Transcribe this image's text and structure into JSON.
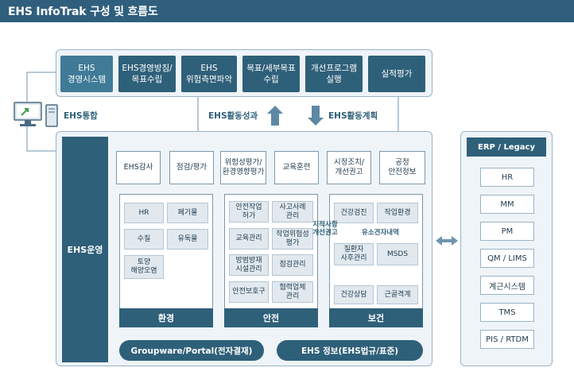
{
  "title": "EHS InfoTrak 구성 및 흐름도",
  "top_flow": [
    "EHS\n경영시스템",
    "EHS경영방침/\n목표수립",
    "EHS\n위험측면파악",
    "목표/세부목표\n수립",
    "개선프로그램\n실행",
    "실적평가"
  ],
  "integration_label": "EHS통합",
  "activity_result_label": "EHS활동성과",
  "activity_plan_label": "EHS활동계획",
  "operation_label": "EHS운영",
  "process_tiles": [
    "EHS감사",
    "점검/평가",
    "위험성평가/\n환경영향평가",
    "교육훈련",
    "시정조치/\n개선권고",
    "공정\n안전정보"
  ],
  "environment": {
    "label": "환경",
    "items": [
      "HR",
      "폐기물",
      "수질",
      "유독물",
      "토양\n해양오염"
    ]
  },
  "safety": {
    "label": "안전",
    "items": [
      "안전작업\n허가",
      "사고사례\n관리",
      "교육관리",
      "작업위험성\n평가",
      "방범방재\n시설관리",
      "점검관리",
      "안전보호구",
      "협력업체\n관리"
    ]
  },
  "health": {
    "label": "보건",
    "items": [
      "건강검진",
      "작업환경",
      "질환자\n사후관리",
      "MSDS",
      "건강상담",
      "근골격계"
    ]
  },
  "note_points": "지적사항\n개선권고",
  "note_msds": "유소견자내역",
  "groupware_label": "Groupware/Portal(전자결재)",
  "ehs_info_label": "EHS 정보(EHS법규/표준)",
  "erp": {
    "title": "ERP / Legacy",
    "items": [
      "HR",
      "MM",
      "PM",
      "QM / LIMS",
      "계근시스템",
      "TMS",
      "PIS / RTDM"
    ]
  },
  "colors": {
    "primary": "#2f6079",
    "panel_bg": "#eef4f8",
    "border": "#9ab4c6",
    "arrow": "#6f95ae"
  }
}
